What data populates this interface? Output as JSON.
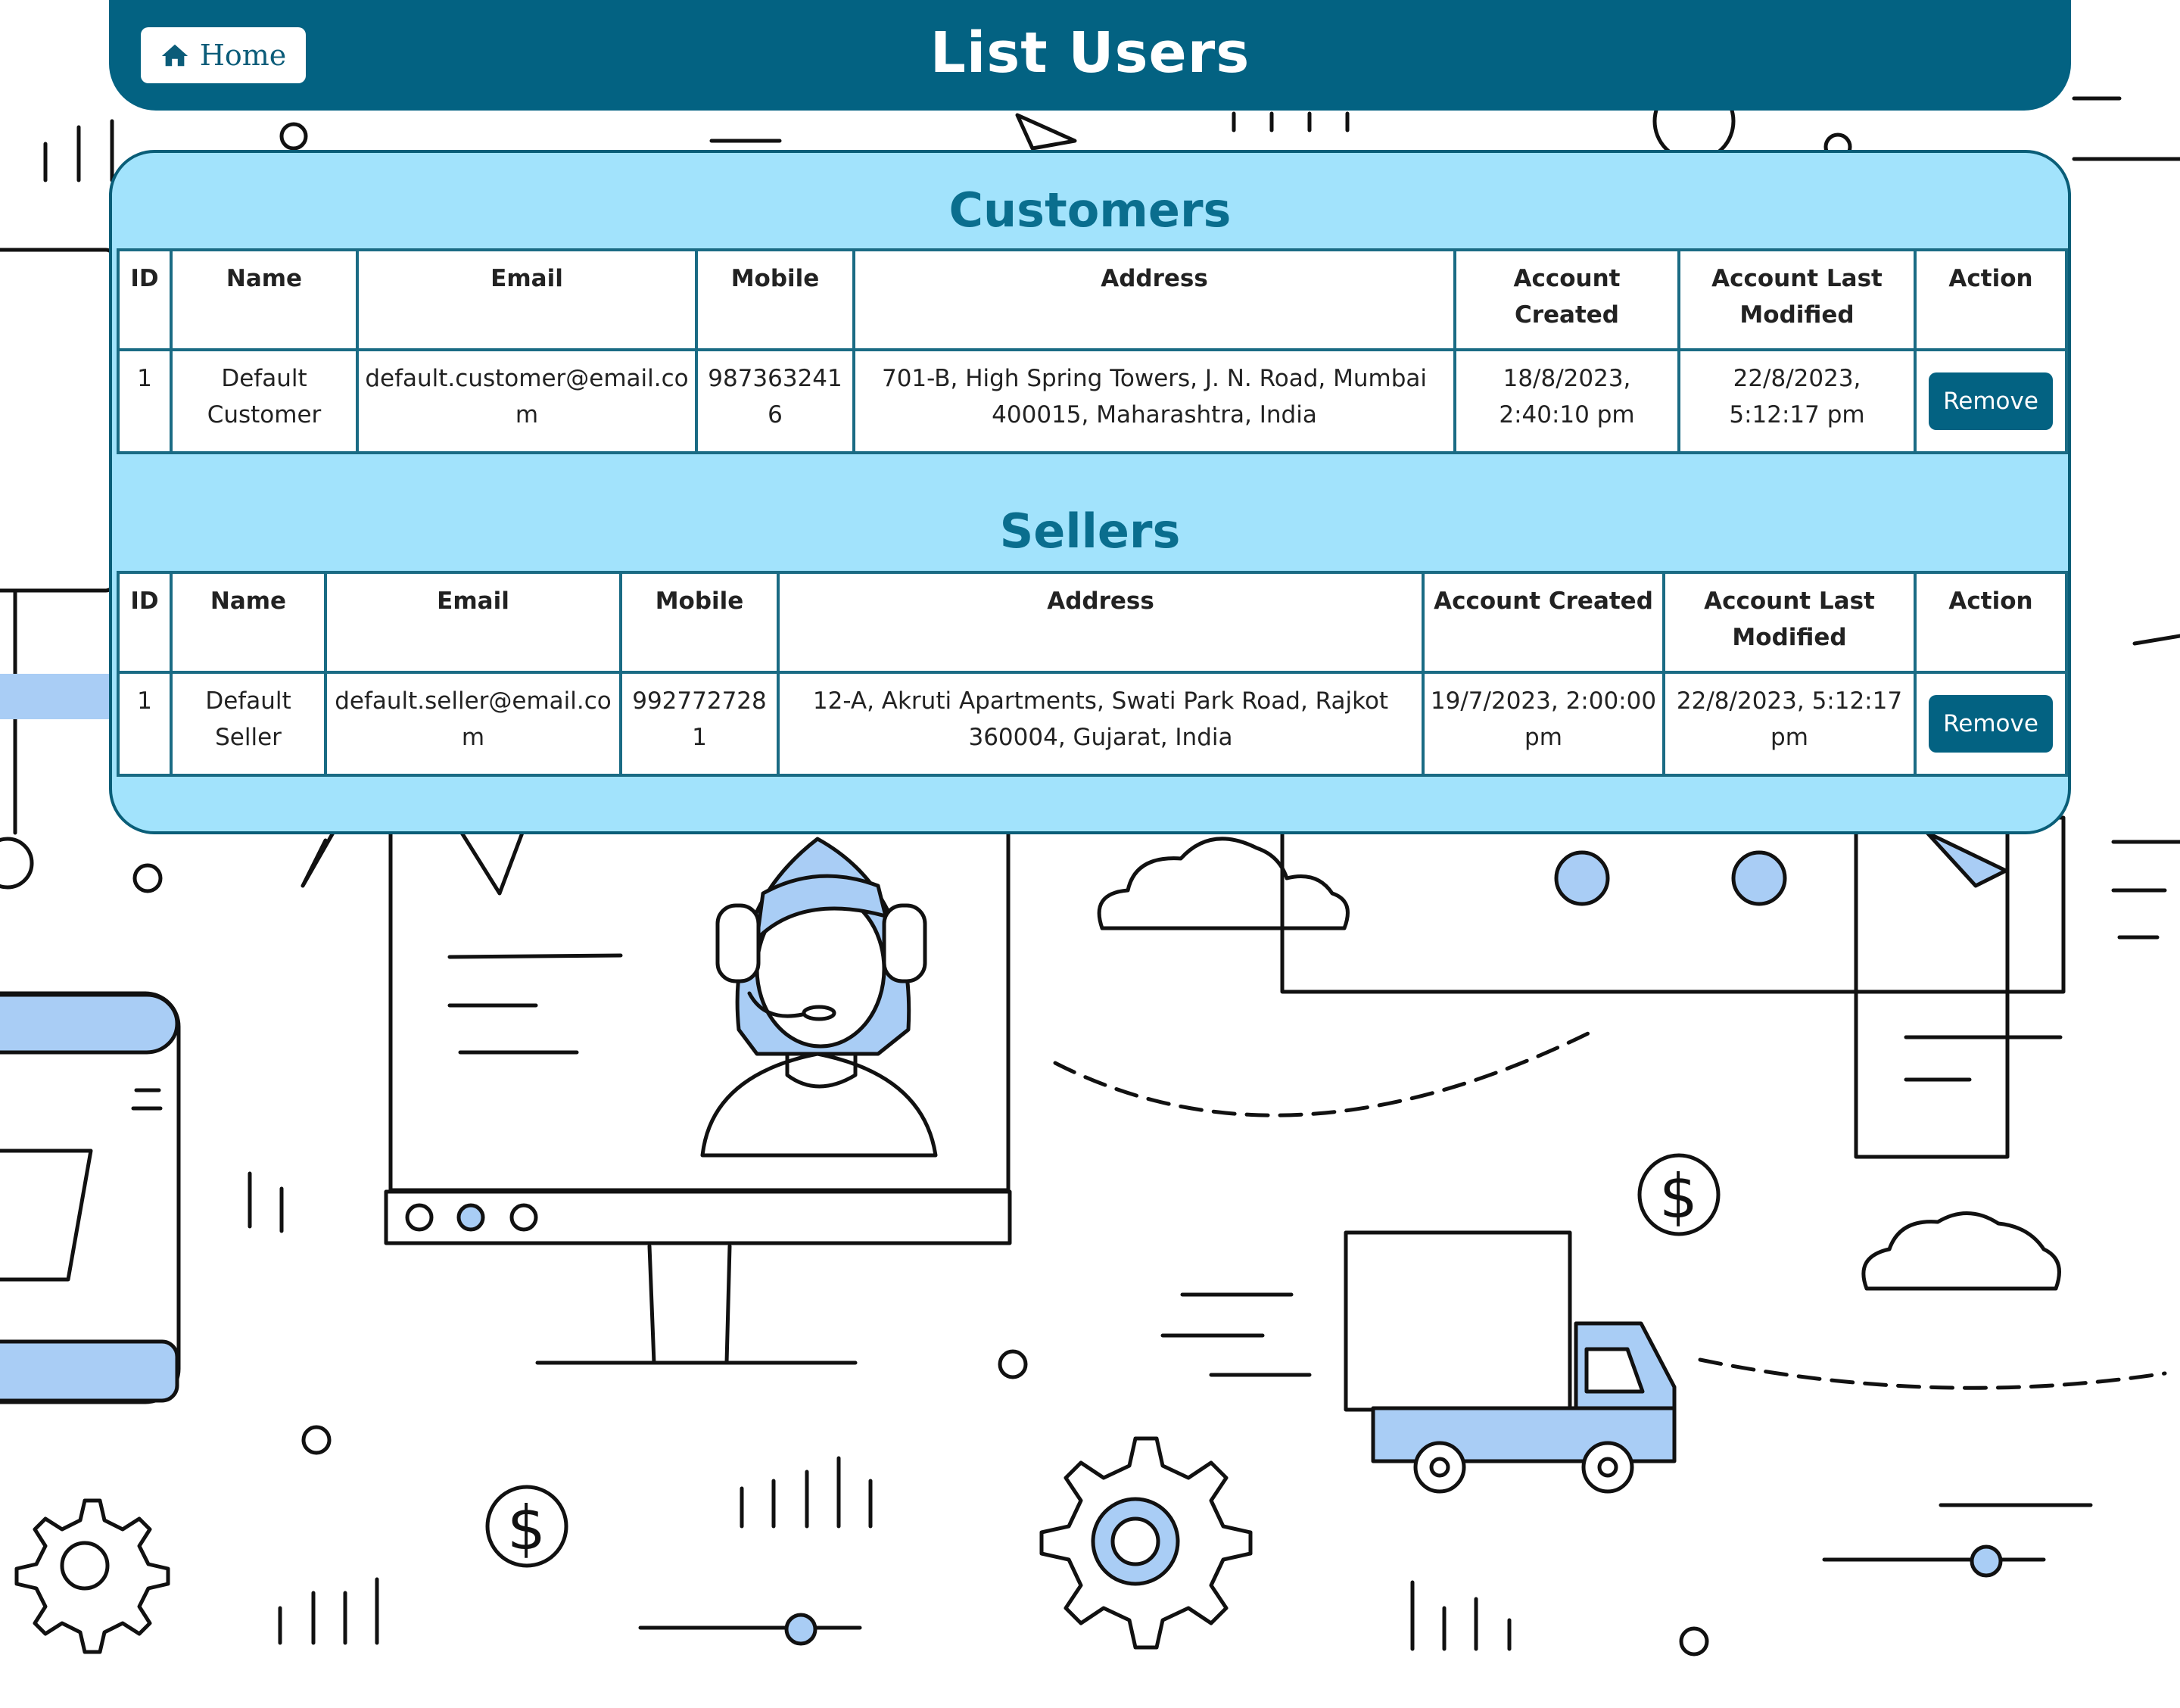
{
  "header": {
    "home_label": "Home",
    "title": "List Users"
  },
  "customers": {
    "title": "Customers",
    "columns": [
      "ID",
      "Name",
      "Email",
      "Mobile",
      "Address",
      "Account Created",
      "Account Last Modified",
      "Action"
    ],
    "rows": [
      {
        "id": "1",
        "name": "Default Customer",
        "email": "default.customer@email.com",
        "mobile": "9873632416",
        "address": "701-B, High Spring Towers, J. N. Road, Mumbai 400015, Maharashtra, India",
        "created": "18/8/2023, 2:40:10 pm",
        "modified": "22/8/2023, 5:12:17 pm",
        "action": "Remove"
      }
    ]
  },
  "sellers": {
    "title": "Sellers",
    "columns": [
      "ID",
      "Name",
      "Email",
      "Mobile",
      "Address",
      "Account Created",
      "Account Last Modified",
      "Action"
    ],
    "rows": [
      {
        "id": "1",
        "name": "Default Seller",
        "email": "default.seller@email.com",
        "mobile": "9927727281",
        "address": "12-A, Akruti Apartments, Swati Park Road, Rajkot 360004, Gujarat, India",
        "created": "19/7/2023, 2:00:00 pm",
        "modified": "22/8/2023, 5:12:17 pm",
        "action": "Remove"
      }
    ]
  },
  "colors": {
    "header_bg": "#036282",
    "panel_bg": "#a2e3fc",
    "accent_light": "#a9cdf5",
    "button_bg": "#036282"
  },
  "icons": {
    "home": "home-icon"
  }
}
